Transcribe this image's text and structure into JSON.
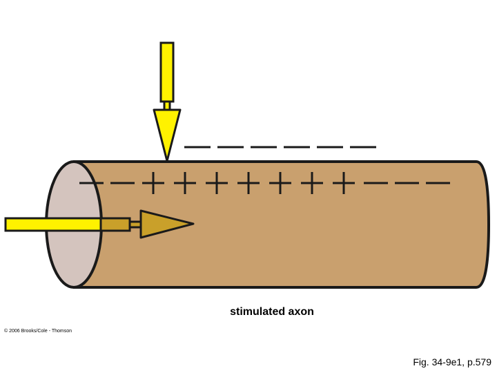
{
  "caption": "stimulated axon",
  "copyright": "© 2006 Brooks/Cole - Thomson",
  "figure_ref": "Fig. 34-9e1, p.579",
  "colors": {
    "axon_body": "#C9A06E",
    "axon_end": "#D4C4BE",
    "electrode": "#FFF200",
    "electrode_inside": "#C9A02A",
    "outline": "#1a1a1a"
  },
  "icons": {
    "stimulating_electrode": "arrow-down-icon",
    "recording_electrode": "arrow-right-icon"
  }
}
